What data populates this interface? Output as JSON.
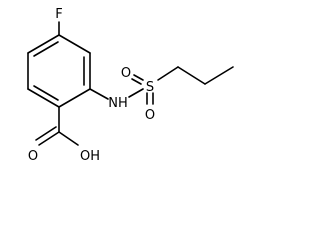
{
  "molecule": {
    "atoms": {
      "fluorine": "F",
      "nitrogen_h": "NH",
      "sulfur": "S",
      "sulfonyl_oxygen_left": "O",
      "sulfonyl_oxygen_bottom": "O",
      "carbonyl_oxygen": "O",
      "hydroxyl": "OH"
    }
  }
}
